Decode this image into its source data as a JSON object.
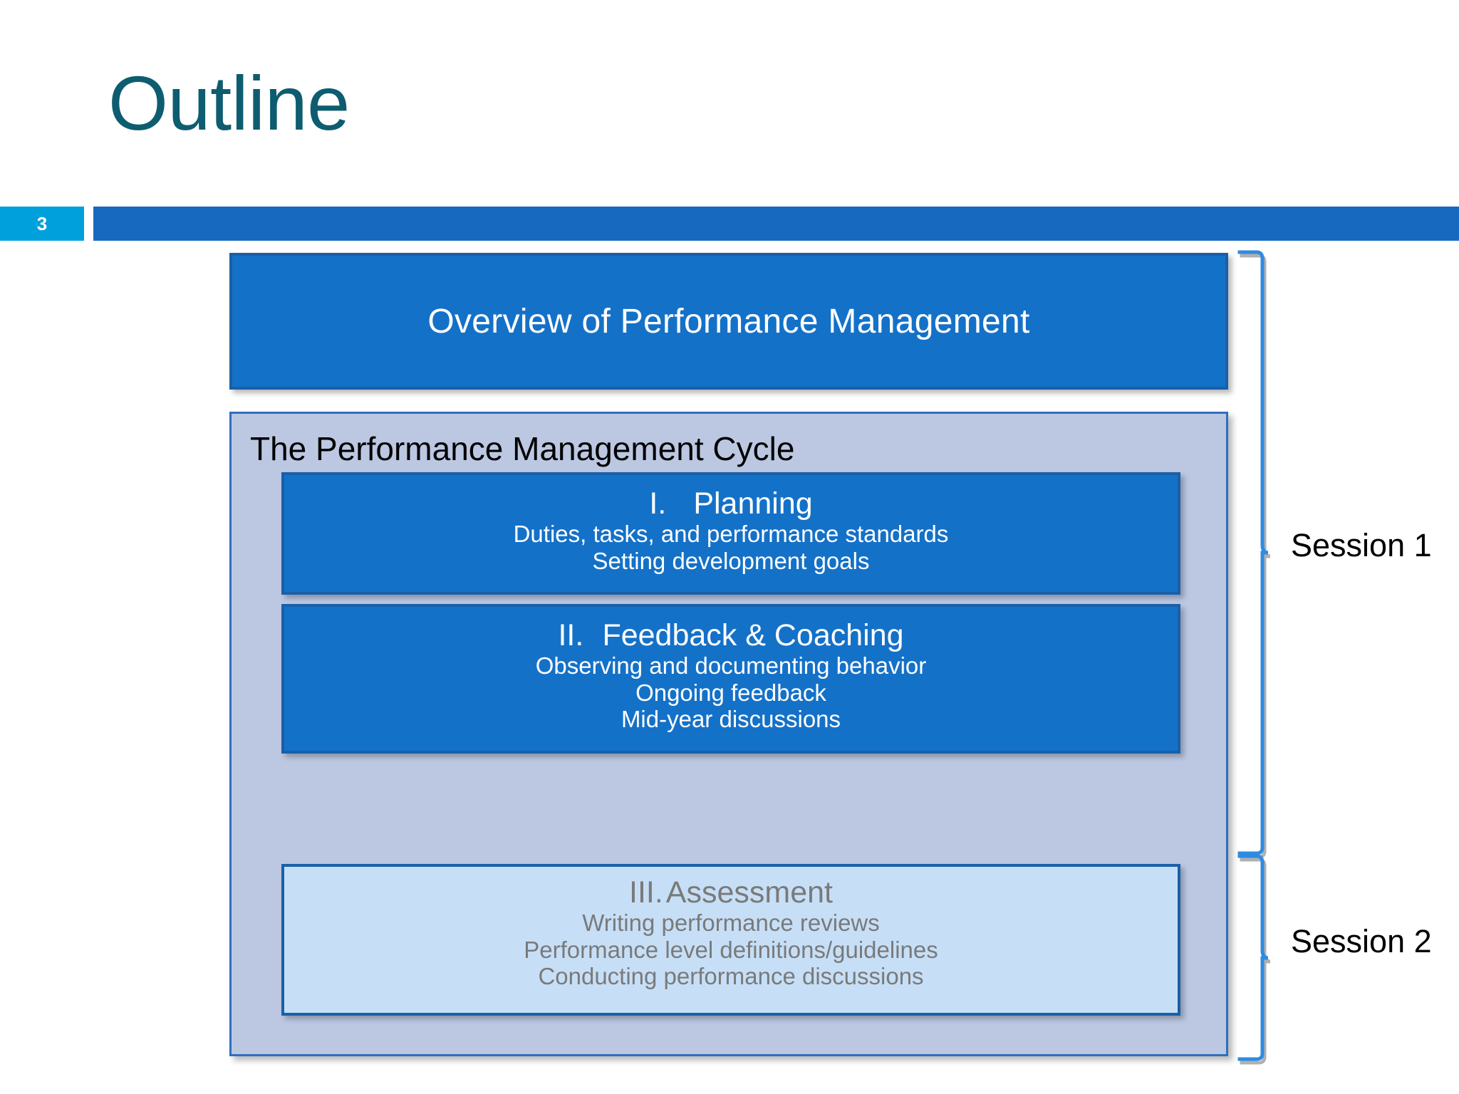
{
  "slide": {
    "title": "Outline",
    "number": "3",
    "title_color": "#0E5C70",
    "badge_color": "#00A0DC",
    "bar_color": "#1769C0"
  },
  "diagram": {
    "overview_box": {
      "label": "Overview of Performance Management",
      "fill": "#1471C8",
      "border": "#1A5FA8",
      "text_color": "#FFFFFF"
    },
    "cycle_container": {
      "heading": "The Performance Management Cycle",
      "fill": "#BCC8E2",
      "border": "#2E6FBF",
      "text_color": "#000000"
    },
    "phases": [
      {
        "numeral": "I.",
        "title": "Planning",
        "lines": [
          "Duties, tasks, and performance standards",
          "Setting development goals"
        ],
        "fill": "#1471C8",
        "border": "#1A5FA8",
        "text_color": "#FFFFFF"
      },
      {
        "numeral": "II.",
        "title": "Feedback & Coaching",
        "lines": [
          "Observing and documenting behavior",
          "Ongoing feedback",
          "Mid-year discussions"
        ],
        "fill": "#1471C8",
        "border": "#1A5FA8",
        "text_color": "#FFFFFF"
      },
      {
        "numeral": "III.",
        "title": "Assessment",
        "lines": [
          "Writing performance reviews",
          "Performance level definitions/guidelines",
          "Conducting performance discussions"
        ],
        "fill": "#C6DFF7",
        "border": "#1A5FA8",
        "text_color": "#7A7A7A"
      }
    ],
    "sessions": [
      {
        "label": "Session 1",
        "bracket_color": "#2E8BE0"
      },
      {
        "label": "Session 2",
        "bracket_color": "#2E8BE0"
      }
    ]
  }
}
